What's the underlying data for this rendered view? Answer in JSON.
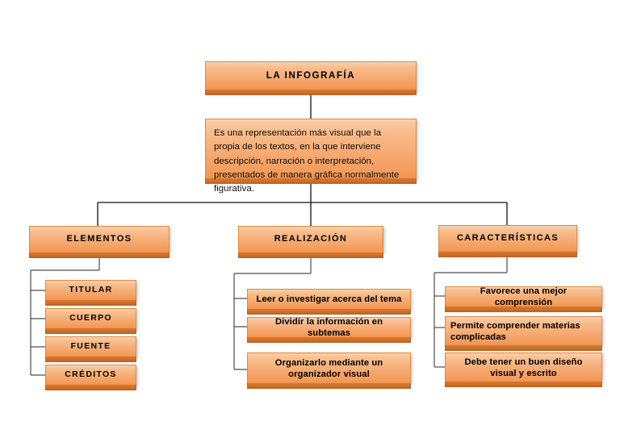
{
  "diagram": {
    "title": "LA INFOGRAFÍA",
    "root": {
      "label": "LA INFOGRAFÍA"
    },
    "description": {
      "text": "Es una representación más visual que la propia de los textos, en la que interviene descripción, narración o interpretación, presentados de manera gráfica normalmente figurativa."
    },
    "branches": [
      {
        "id": "elementos",
        "label": "ELEMENTOS",
        "items": [
          {
            "label": "TITULAR"
          },
          {
            "label": "CUERPO"
          },
          {
            "label": "FUENTE"
          },
          {
            "label": "CRÉDITOS"
          }
        ]
      },
      {
        "id": "realizacion",
        "label": "REALIZACIÓN",
        "items": [
          {
            "label": "Leer o investigar acerca del tema"
          },
          {
            "label": "Dividir la información en subtemas"
          },
          {
            "label": "Organizarlo mediante un organizador visual"
          }
        ]
      },
      {
        "id": "caracteristicas",
        "label": "CARACTERÍSTICAS",
        "items": [
          {
            "label": "Favorece una mejor comprensión"
          },
          {
            "label": "Permite comprender materias complicadas"
          },
          {
            "label": "Debe tener un buen diseño visual y escrito"
          }
        ]
      }
    ]
  },
  "colors": {
    "box_fill_top": "#fbd0ab",
    "box_fill_bottom": "#f09650",
    "box_base_shadow": "#cf6f28",
    "box_border": "#d98b48",
    "connector": "#4d4d4d",
    "trunk": "#111111",
    "background": "#ffffff",
    "text": "#000000"
  }
}
